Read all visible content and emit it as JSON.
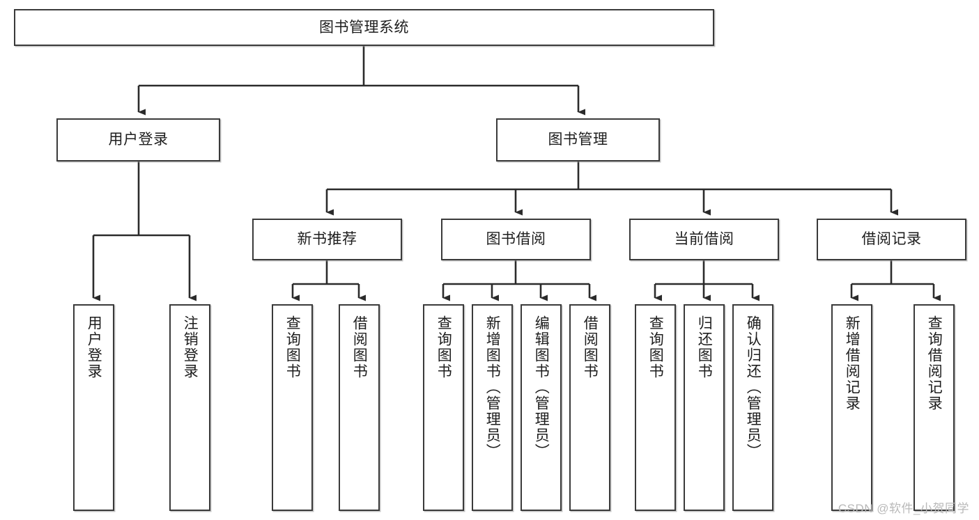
{
  "diagram": {
    "title": "图书管理系统",
    "watermark": "CSDN @软件_小贺同学",
    "colors": {
      "box_border": "#3a3a3a",
      "box_fill": "#ffffff",
      "connector": "#2b2b2b",
      "text": "#1d1d1d",
      "watermark": "#b9b9b9"
    },
    "root": {
      "label": "图书管理系统"
    },
    "level2": [
      {
        "label": "用户登录"
      },
      {
        "label": "图书管理"
      }
    ],
    "level3": [
      {
        "label": "新书推荐"
      },
      {
        "label": "图书借阅"
      },
      {
        "label": "当前借阅"
      },
      {
        "label": "借阅记录"
      }
    ],
    "leaves": {
      "user_login": [
        {
          "label": "用户登录"
        },
        {
          "label": "注销登录"
        }
      ],
      "new_book_recommend": [
        {
          "label": "查询图书"
        },
        {
          "label": "借阅图书"
        }
      ],
      "book_borrow": [
        {
          "label": "查询图书"
        },
        {
          "label": "新增图书（管理员）"
        },
        {
          "label": "编辑图书（管理员）"
        },
        {
          "label": "借阅图书"
        }
      ],
      "current_borrow": [
        {
          "label": "查询图书"
        },
        {
          "label": "归还图书"
        },
        {
          "label": "确认归还（管理员）"
        }
      ],
      "borrow_record": [
        {
          "label": "新增借阅记录"
        },
        {
          "label": "查询借阅记录"
        }
      ]
    }
  }
}
